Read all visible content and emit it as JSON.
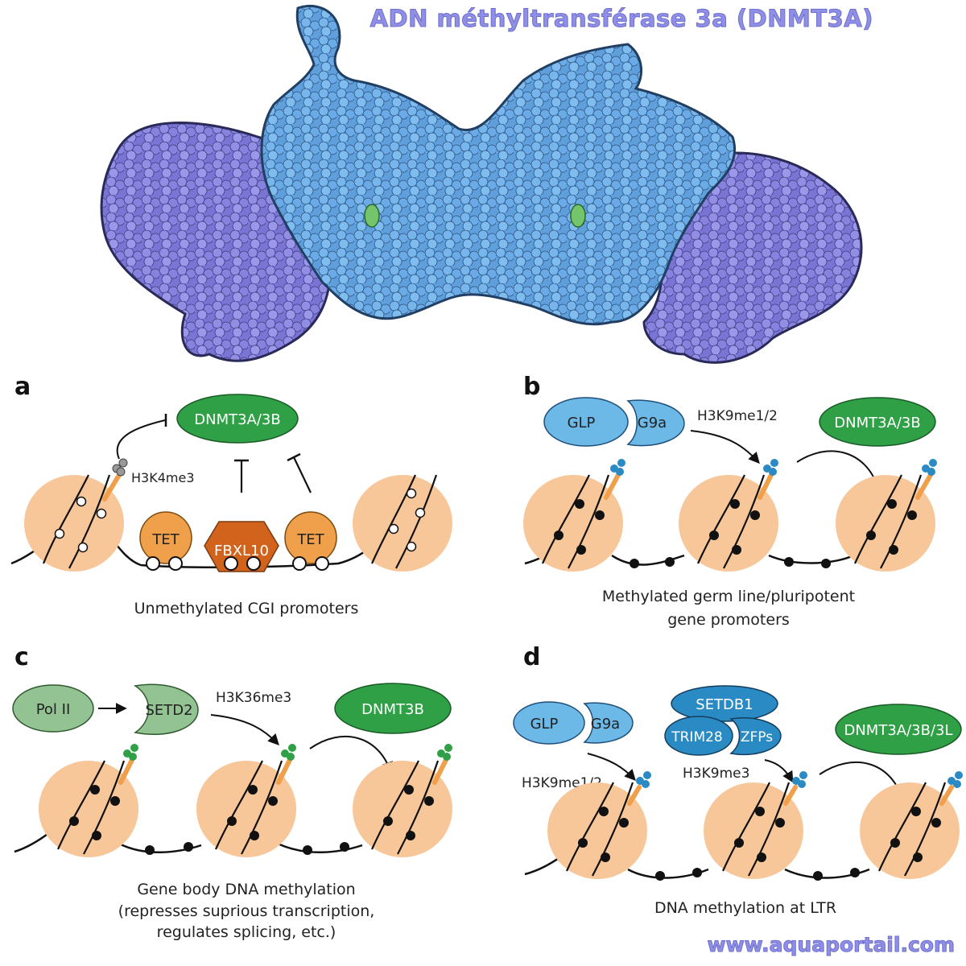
{
  "title": "ADN méthyltransférase 3a (DNMT3A)",
  "watermark": "www.aquaportail.com",
  "colors": {
    "title": "#8f8fe6",
    "protein_blue": "#6fb0e8",
    "protein_purple": "#8a86e0",
    "active_site": "#74c46c",
    "nucleosome": "#f7c79a",
    "dnmt": "#2fa046",
    "light_blue": "#6cb8e6",
    "dark_blue": "#2a8ac4",
    "orange": "#f0a04a",
    "dark_orange": "#d2631c",
    "sage": "#93c393"
  },
  "panels": {
    "a": {
      "letter": "a",
      "dnmt_label": "DNMT3A/3B",
      "mark_label": "H3K4me3",
      "tet1_label": "TET",
      "fbxl10_label": "FBXL10",
      "tet2_label": "TET",
      "caption": "Unmethylated CGI promoters"
    },
    "b": {
      "letter": "b",
      "glp_label": "GLP",
      "g9a_label": "G9a",
      "mark_label": "H3K9me1/2",
      "dnmt_label": "DNMT3A/3B",
      "caption_line1": "Methylated germ line/pluripotent",
      "caption_line2": "gene promoters"
    },
    "c": {
      "letter": "c",
      "pol_label": "Pol II",
      "setd2_label": "SETD2",
      "mark_label": "H3K36me3",
      "dnmt_label": "DNMT3B",
      "caption_line1": "Gene body DNA methylation",
      "caption_line2": "(represses suprious transcription,",
      "caption_line3": "regulates splicing, etc.)"
    },
    "d": {
      "letter": "d",
      "glp_label": "GLP",
      "g9a_label": "G9a",
      "mark1_label": "H3K9me1/2",
      "setdb1_label": "SETDB1",
      "trim28_label": "TRIM28",
      "zfps_label": "ZFPs",
      "mark2_label": "H3K9me3",
      "dnmt_label": "DNMT3A/3B/3L",
      "caption": "DNA methylation at LTR"
    }
  }
}
